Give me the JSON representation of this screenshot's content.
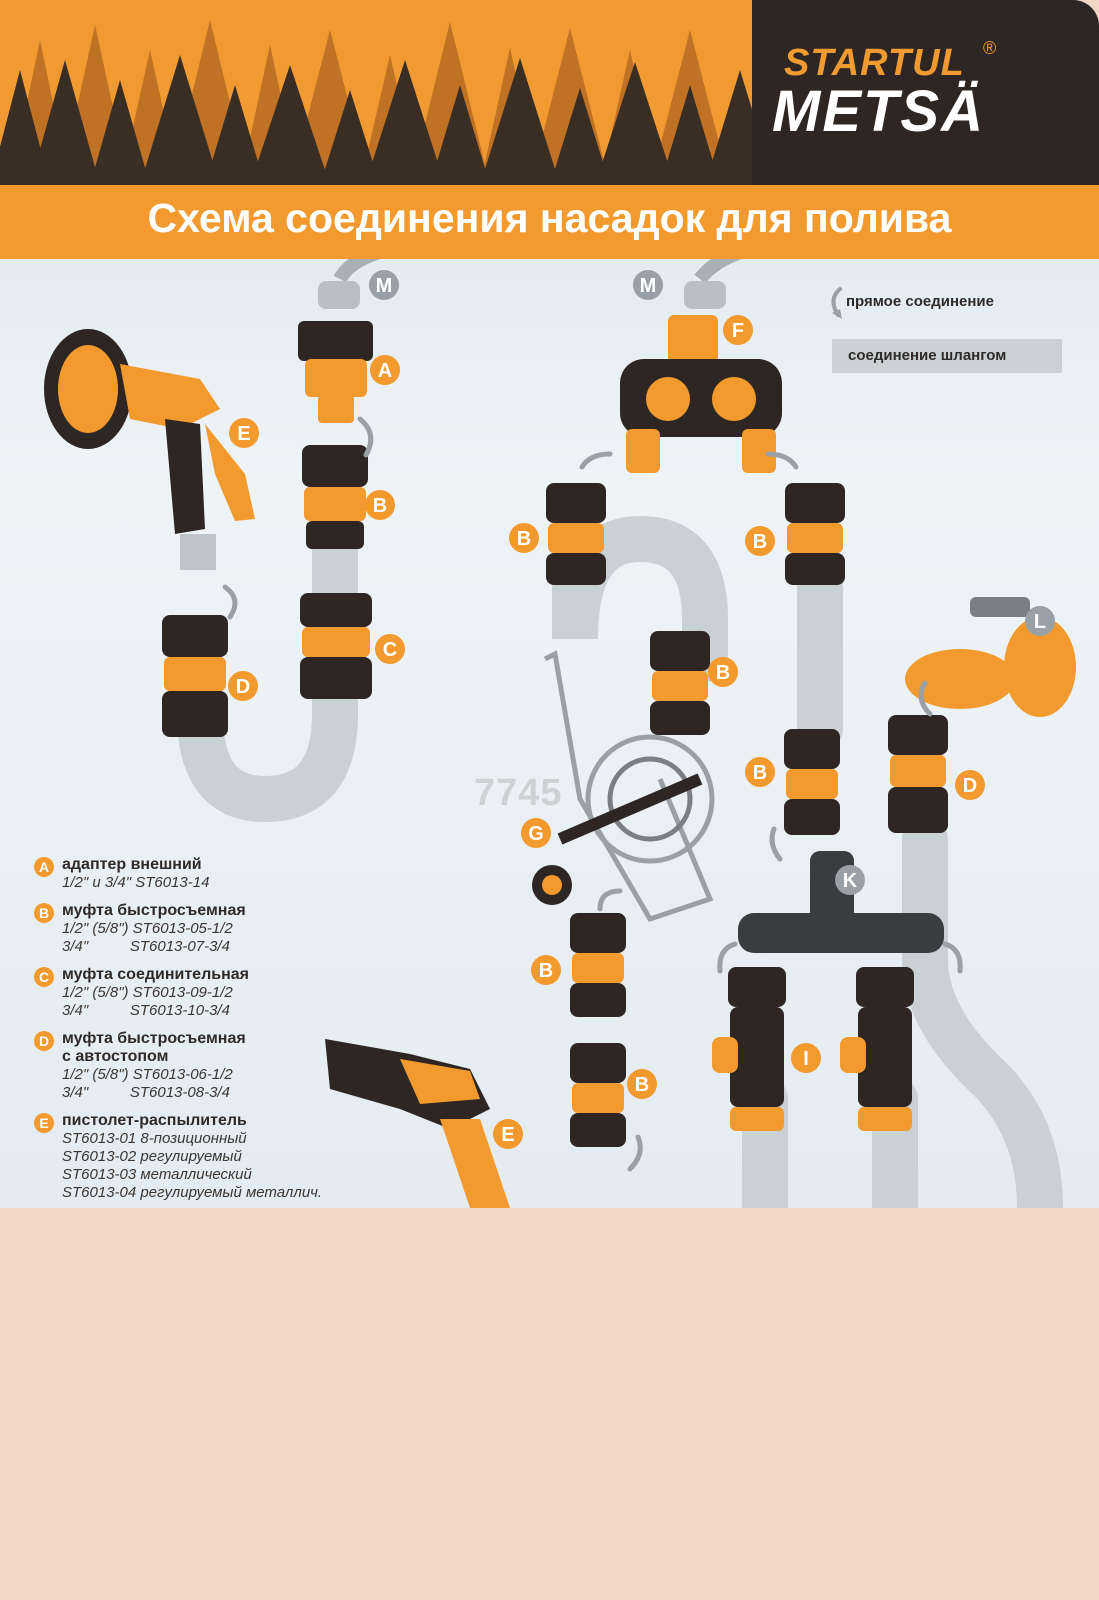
{
  "brand": {
    "line1": "STARTUL",
    "reg": "®",
    "line2": "METSÄ"
  },
  "title": "Схема соединения насадок для полива",
  "legend": {
    "direct": "прямое соединение",
    "hose": "соединение шлангом"
  },
  "watermark": "7745",
  "labels": {
    "A": "A",
    "B": "B",
    "C": "C",
    "D": "D",
    "E": "E",
    "F": "F",
    "G": "G",
    "I": "I",
    "K": "K",
    "L": "L",
    "M": "M"
  },
  "parts": [
    {
      "letter": "A",
      "title": "адаптер внешний",
      "lines": [
        "1/2\" и 3/4\" ST6013-14"
      ]
    },
    {
      "letter": "B",
      "title": "муфта быстросъемная",
      "lines": [
        "1/2\" (5/8\") ST6013-05-1/2",
        "3/4\"          ST6013-07-3/4"
      ]
    },
    {
      "letter": "C",
      "title": "муфта соединительная",
      "lines": [
        "1/2\" (5/8\") ST6013-09-1/2",
        "3/4\"          ST6013-10-3/4"
      ]
    },
    {
      "letter": "D",
      "title": "муфта быстросъемная",
      "title2": "с автостопом",
      "lines": [
        "1/2\" (5/8\") ST6013-06-1/2",
        "3/4\"          ST6013-08-3/4"
      ]
    },
    {
      "letter": "E",
      "title": "пистолет-распылитель",
      "lines": [
        "ST6013-01 8-позиционный",
        "ST6013-02 регулируемый",
        "ST6013-03 металлический",
        "ST6013-04 регулируемый металлич."
      ]
    }
  ],
  "colors": {
    "orange": "#f39a2e",
    "dark": "#2d2623",
    "hose": "#c9d1d4",
    "bottom": "#efd6c5"
  }
}
